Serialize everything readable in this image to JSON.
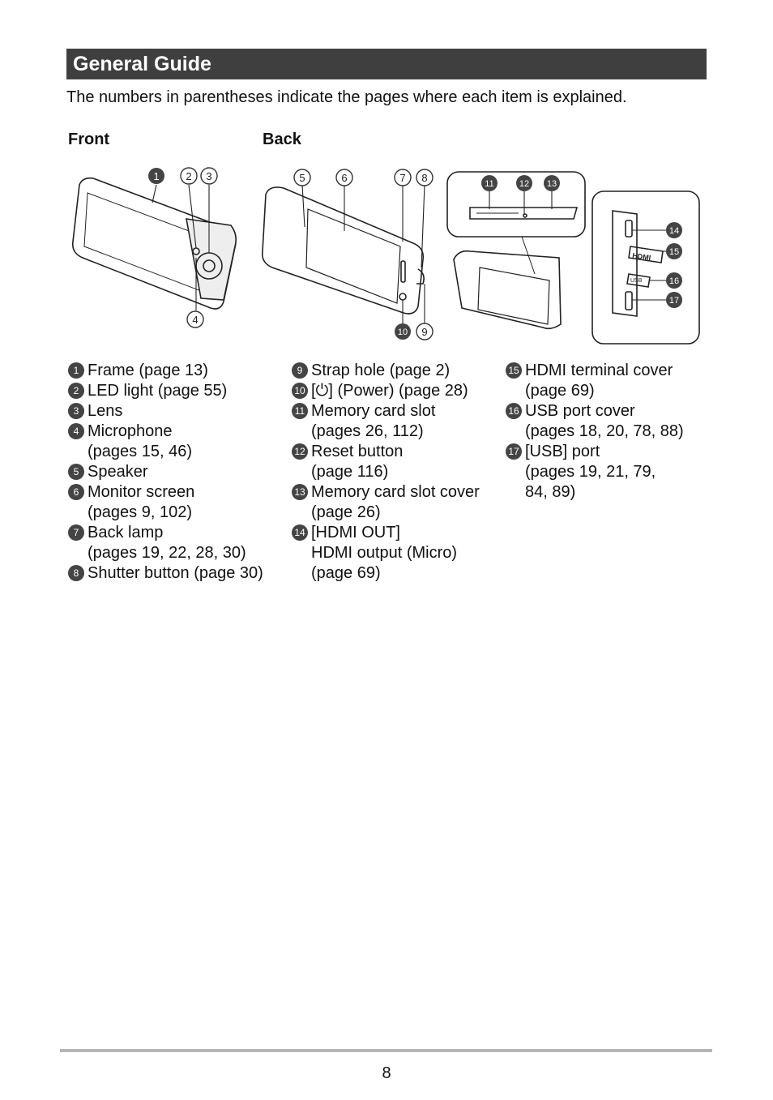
{
  "section_title": "General Guide",
  "intro": "The numbers in parentheses indicate the pages where each item is explained.",
  "labels": {
    "front": "Front",
    "back": "Back"
  },
  "markers": {
    "m1": "1",
    "m2": "2",
    "m3": "3",
    "m4": "4",
    "m5": "5",
    "m6": "6",
    "m7": "7",
    "m8": "8",
    "m9": "9",
    "m10": "10",
    "m11": "11",
    "m12": "12",
    "m13": "13",
    "m14": "14",
    "m15": "15",
    "m16": "16",
    "m17": "17"
  },
  "port_labels": {
    "hdmi": "HDMI",
    "usb": "USB"
  },
  "col1": [
    {
      "num": "1",
      "text": "Frame (page 13)"
    },
    {
      "num": "2",
      "text": "LED light (page 55)"
    },
    {
      "num": "3",
      "text": "Lens"
    },
    {
      "num": "4",
      "text": "Microphone\n(pages 15, 46)"
    },
    {
      "num": "5",
      "text": "Speaker"
    },
    {
      "num": "6",
      "text": "Monitor screen\n(pages 9, 102)"
    },
    {
      "num": "7",
      "text": "Back lamp\n(pages 19, 22, 28, 30)"
    },
    {
      "num": "8",
      "text": "Shutter button (page 30)"
    }
  ],
  "col2": [
    {
      "num": "9",
      "text": "Strap hole (page 2)"
    },
    {
      "num": "10",
      "text": "[⏻] (Power) (page 28)"
    },
    {
      "num": "11",
      "text": "Memory card slot\n(pages 26, 112)"
    },
    {
      "num": "12",
      "text": "Reset button\n(page 116)"
    },
    {
      "num": "13",
      "text": "Memory card slot cover\n(page 26)"
    },
    {
      "num": "14",
      "text": "[HDMI OUT]\nHDMI output (Micro)\n(page 69)"
    }
  ],
  "col3": [
    {
      "num": "15",
      "text": "HDMI terminal cover\n(page 69)"
    },
    {
      "num": "16",
      "text": "USB port cover\n(pages 18, 20, 78, 88)"
    },
    {
      "num": "17",
      "text": "[USB] port\n(pages 19, 21, 79,\n84, 89)"
    }
  ],
  "page_number": "8"
}
